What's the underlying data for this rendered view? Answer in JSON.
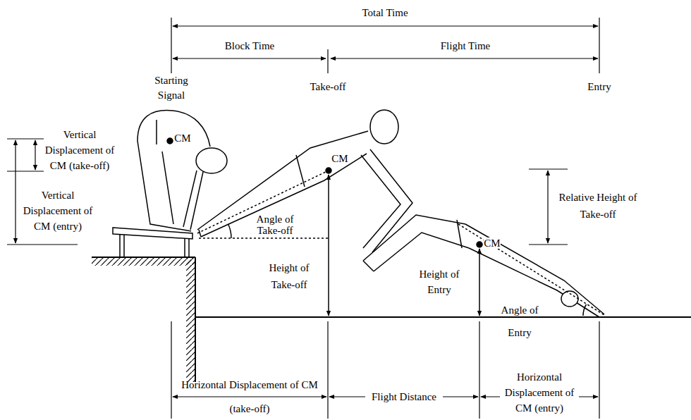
{
  "diagram": {
    "labels": [
      "Total Time",
      "Block Time",
      "Flight Time",
      "Starting Signal",
      "Take-off",
      "Entry",
      "Vertical Displacement of CM (take-off)",
      "Vertical Displacement of CM (entry)",
      "CM",
      "CM",
      "Angle of Take-off",
      "Height of Take-off",
      "Relative Height of Take-off",
      "CM",
      "Height of Entry",
      "Angle of Entry",
      "Horizontal Displacement of CM (take-off)",
      "Flight Distance",
      "Horizontal Displacement of CM (entry)"
    ]
  }
}
